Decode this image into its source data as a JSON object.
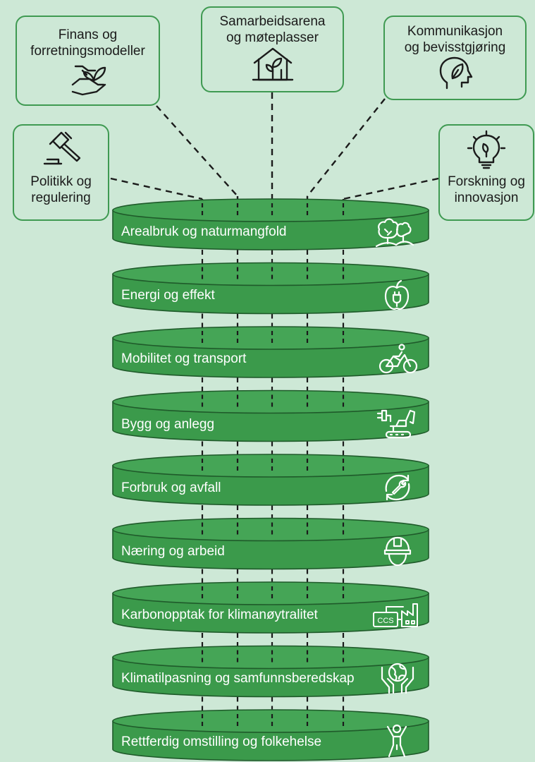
{
  "enablers": [
    {
      "id": "finans",
      "label": "Finans og\nforretningsmodeller",
      "icon": "hand-plant-icon"
    },
    {
      "id": "samarbeid",
      "label": "Samarbeidsarena\nog møteplasser",
      "icon": "house-leaf-icon"
    },
    {
      "id": "kommunikasjon",
      "label": "Kommunikasjon\nog bevisstgjøring",
      "icon": "head-leaf-icon"
    },
    {
      "id": "politikk",
      "label": "Politikk og\nregulering",
      "icon": "gavel-icon"
    },
    {
      "id": "forskning",
      "label": "Forskning og\ninnovasjon",
      "icon": "lightbulb-leaf-icon"
    }
  ],
  "layers": [
    {
      "label": "Arealbruk og naturmangfold",
      "icon": "trees-landscape-icon"
    },
    {
      "label": "Energi og effekt",
      "icon": "apple-plug-icon"
    },
    {
      "label": "Mobilitet og transport",
      "icon": "cyclist-icon"
    },
    {
      "label": "Bygg og anlegg",
      "icon": "excavator-plug-icon"
    },
    {
      "label": "Forbruk og avfall",
      "icon": "recycle-wrench-icon"
    },
    {
      "label": "Næring og arbeid",
      "icon": "hard-hat-icon"
    },
    {
      "label": "Karbonopptak for klimanøytralitet",
      "icon": "ccs-factory-icon",
      "icon_text": "CCS"
    },
    {
      "label": "Klimatilpasning og samfunnsberedskap",
      "icon": "hands-globe-icon"
    },
    {
      "label": "Rettferdig omstilling og folkehelse",
      "icon": "person-cheering-icon"
    }
  ],
  "colors": {
    "background": "#cde8d6",
    "cylinder_fill": "#3b9a4b",
    "cylinder_top": "#45a556",
    "cylinder_stroke": "#1f5a2a",
    "box_border": "#3f9a52",
    "connector": "#1b1b1b",
    "text_dark": "#1b1b1b",
    "text_light": "#ffffff"
  }
}
